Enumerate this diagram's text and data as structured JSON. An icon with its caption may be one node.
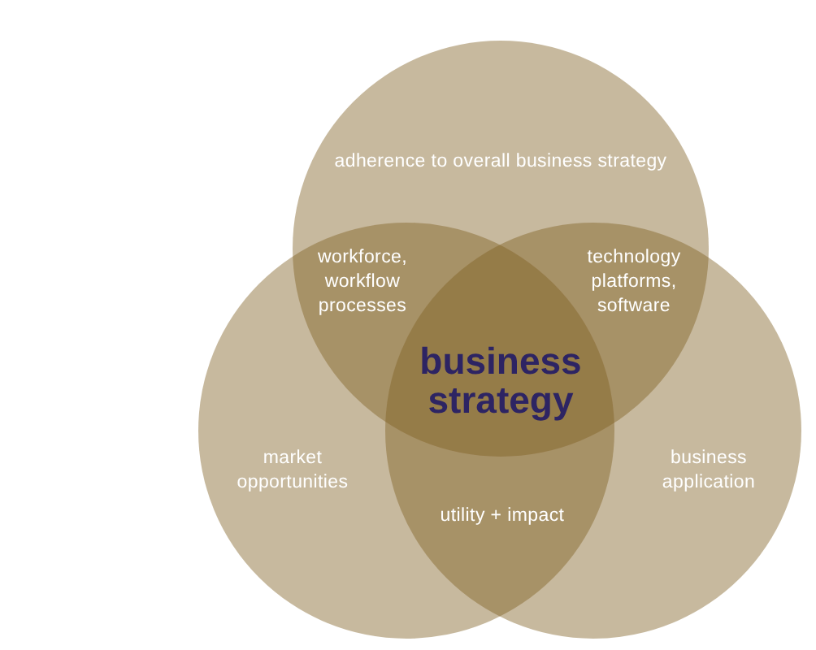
{
  "diagram": {
    "nodes": [
      {
        "text": [
          "adherence to overall business strategy"
        ]
      },
      {
        "text": [
          "market opportunities"
        ]
      },
      {
        "text": [
          "business application"
        ]
      }
    ],
    "labels": [
      "workforce, workflow processes",
      "technology platforms, software",
      "business strategy",
      "utility + impact"
    ]
  }
}
